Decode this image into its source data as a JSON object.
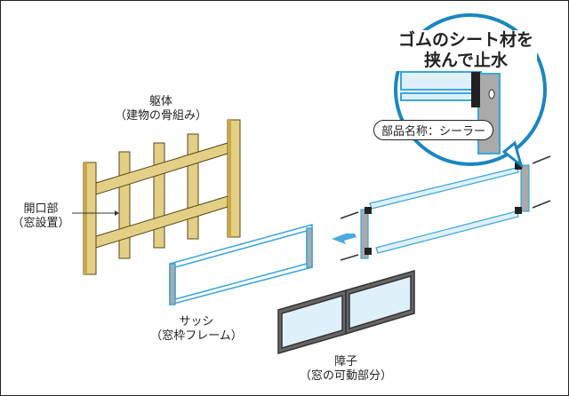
{
  "labels": {
    "frame_title": "躯体",
    "frame_sub": "（建物の骨組み）",
    "opening_title": "開口部",
    "opening_sub": "（窓設置）",
    "sash_title": "サッシ",
    "sash_sub": "（窓枠フレーム）",
    "shoji_title": "障子",
    "shoji_sub": "（窓の可動部分）"
  },
  "callout": {
    "heading_line1": "ゴムのシート材を",
    "heading_line2": "挟んで止水",
    "part_name": "部品名称：シーラー"
  },
  "colors": {
    "wood": "#e3cf86",
    "wood_dark": "#c8a646",
    "frame_blue": "#3aa6dc",
    "callout_blue": "#1a86c0",
    "arrow": "#4aa8e0"
  }
}
